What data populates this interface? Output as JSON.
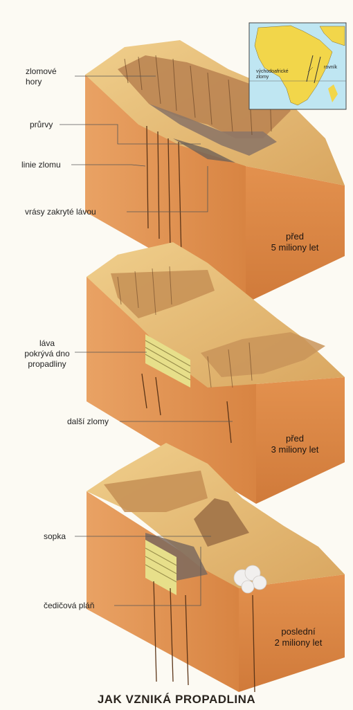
{
  "title": "JAK VZNIKÁ PROPADLINA",
  "inset_map": {
    "labels": {
      "rovnik": "rovník",
      "rift": "východoafrické\nzlomy"
    }
  },
  "blocks": [
    {
      "era": "před\n5 miliony let",
      "labels": [
        "zlomové\nhory",
        "průrvy",
        "linie zlomu",
        "vrásy zakryté lávou"
      ]
    },
    {
      "era": "před\n3 miliony let",
      "labels": [
        "láva\npokrývá dno\npropadliny",
        "další zlomy"
      ]
    },
    {
      "era": "poslední\n2 miliony let",
      "labels": [
        "sopka",
        "čedičová pláň"
      ]
    }
  ],
  "colors": {
    "block_side": "#e59a5a",
    "block_front": "#dc8548",
    "top_sand": "#e8c07a",
    "rock_dark": "#9a6a3c",
    "lava": "#7c6a5e",
    "map_land": "#f2d64a",
    "map_sea": "#bfe6f2",
    "leader": "#555555"
  }
}
